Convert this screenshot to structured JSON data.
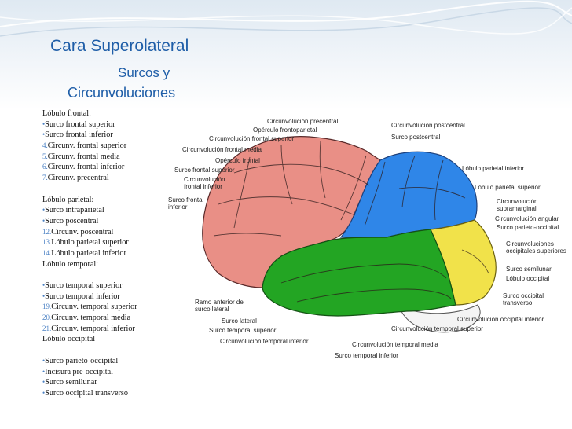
{
  "titles": {
    "main": "Cara Superolateral",
    "sub1": "Surcos y",
    "sub2": "Circunvoluciones"
  },
  "list": [
    {
      "marker": "",
      "text": "Lóbulo frontal:"
    },
    {
      "marker": "•",
      "text": "Surco frontal superior"
    },
    {
      "marker": "•",
      "text": "Surco frontal inferior"
    },
    {
      "marker": "4.",
      "text": "Circunv. frontal superior"
    },
    {
      "marker": "5.",
      "text": "Circunv. frontal media"
    },
    {
      "marker": "6.",
      "text": "Circunv. frontal inferior"
    },
    {
      "marker": "7.",
      "text": "Circunv. precentral"
    },
    {
      "gap": true
    },
    {
      "marker": "",
      "text": "Lóbulo parietal:"
    },
    {
      "marker": "•",
      "text": "Surco intraparietal"
    },
    {
      "marker": "•",
      "text": "Surco poscentral"
    },
    {
      "marker": "12.",
      "text": "Circunv. poscentral"
    },
    {
      "marker": "13.",
      "text": "Lóbulo parietal superior"
    },
    {
      "marker": "14.",
      "text": "Lóbulo parietal inferior"
    },
    {
      "marker": "",
      "text": "Lóbulo temporal:"
    },
    {
      "gap": true
    },
    {
      "marker": "•",
      "text": "Surco temporal superior"
    },
    {
      "marker": "•",
      "text": "Surco temporal inferior"
    },
    {
      "marker": "19.",
      "text": "Circunv. temporal superior"
    },
    {
      "marker": "20.",
      "text": "Circunv. temporal media"
    },
    {
      "marker": "21.",
      "text": "Circunv. temporal inferior"
    },
    {
      "marker": "",
      "text": "Lóbulo occipital"
    },
    {
      "gap": true
    },
    {
      "marker": "•",
      "text": "Surco parieto-occipital"
    },
    {
      "marker": "•",
      "text": "Incisura pre-occipital"
    },
    {
      "marker": "•",
      "text": "Surco semilunar"
    },
    {
      "marker": "•",
      "text": "Surco occipital transverso"
    }
  ],
  "labels": {
    "circ_precentral": "Circunvolución precentral",
    "operculo": "Opérculo frontoparietal",
    "circ_frontal_superior": "Circunvolución frontal superior",
    "circ_frontal_media": "Circunvolución frontal media",
    "operculo_frontal": "Opérculo frontal",
    "surco_frontal_superior": "Surco frontal superior",
    "circ_frontal_inferior": "Circunvolución\nfrontal inferior",
    "surco_frontal_inferior": "Surco frontal\ninferior",
    "circ_postcentral": "Circunvolución postcentral",
    "surco_postcentral": "Surco postcentral",
    "lobulo_parietal_inferior": "Lóbulo parietal inferior",
    "lobulo_parietal_superior": "Lóbulo parietal superior",
    "circ_supramarginal": "Circunvolución\nsupramarginal",
    "circ_angular": "Circunvolución angular",
    "surco_parieto_occipital": "Surco parieto-occipital",
    "circ_occipitales": "Circunvoluciones\noccipitales superiores",
    "surco_semilunar": "Surco semilunar",
    "lobulo_occipital": "Lóbulo occipital",
    "surco_occipital_transverso": "Surco occipital\ntransverso",
    "circ_occipital_inferior": "Circunvolución occipital inferior",
    "ramo_anterior": "Ramo anterior del\nsurco lateral",
    "surco_lateral": "Surco lateral",
    "surco_temporal_superior": "Surco temporal superior",
    "circ_temporal_superior": "Circunvolución temporal superior",
    "circ_temporal_inferior": "Circunvolución temporal inferior",
    "circ_temporal_media": "Circunvolución temporal media",
    "surco_temporal_inferior": "Surco temporal inferior"
  },
  "colors": {
    "title": "#1f5ea8",
    "frontal": "#e98f86",
    "parietal": "#2f86e8",
    "temporal": "#23a523",
    "occipital": "#f1e24a",
    "cerebellum": "#ffffff"
  }
}
